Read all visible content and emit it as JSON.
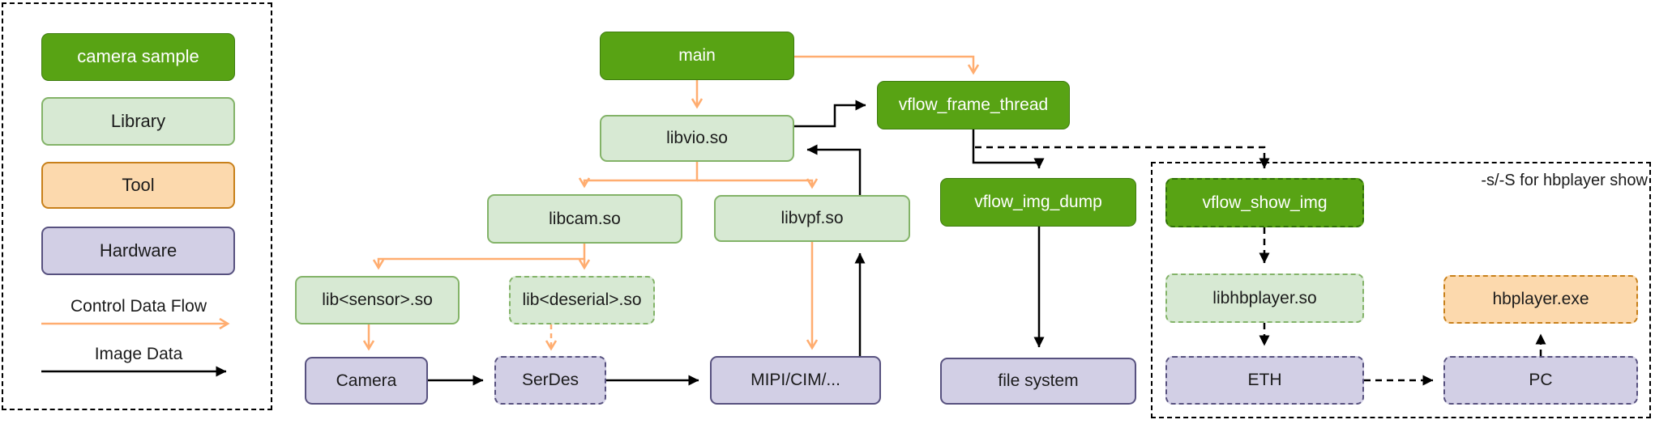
{
  "legend": {
    "items": [
      {
        "id": "camera-sample",
        "label": "camera sample",
        "type": "app"
      },
      {
        "id": "library",
        "label": "Library",
        "type": "library"
      },
      {
        "id": "tool",
        "label": "Tool",
        "type": "tool"
      },
      {
        "id": "hardware",
        "label": "Hardware",
        "type": "hardware"
      }
    ],
    "flows": [
      {
        "id": "control-data-flow",
        "label": "Control Data Flow",
        "color": "#ffad70"
      },
      {
        "id": "image-data",
        "label": "Image Data",
        "color": "#000000"
      }
    ]
  },
  "note": "-s/-S for hbplayer show",
  "nodes": {
    "main": {
      "label": "main",
      "type": "app"
    },
    "libvio": {
      "label": "libvio.so",
      "type": "library"
    },
    "vflow_frame_thread": {
      "label": "vflow_frame_thread",
      "type": "app"
    },
    "libcam": {
      "label": "libcam.so",
      "type": "library"
    },
    "libvpf": {
      "label": "libvpf.so",
      "type": "library"
    },
    "vflow_img_dump": {
      "label": "vflow_img_dump",
      "type": "app"
    },
    "vflow_show_img": {
      "label": "vflow_show_img",
      "type": "app",
      "border": "dashed"
    },
    "lib_sensor": {
      "label": "lib<sensor>.so",
      "type": "library"
    },
    "lib_deserial": {
      "label": "lib<deserial>.so",
      "type": "library",
      "border": "dashed"
    },
    "libhbplayer": {
      "label": "libhbplayer.so",
      "type": "library",
      "border": "dashed"
    },
    "hbplayer_exe": {
      "label": "hbplayer.exe",
      "type": "tool",
      "border": "dashed"
    },
    "camera": {
      "label": "Camera",
      "type": "hardware"
    },
    "serdes": {
      "label": "SerDes",
      "type": "hardware",
      "border": "dashed"
    },
    "mipi": {
      "label": "MIPI/CIM/...",
      "type": "hardware"
    },
    "file_system": {
      "label": "file system",
      "type": "hardware"
    },
    "eth": {
      "label": "ETH",
      "type": "hardware",
      "border": "dashed"
    },
    "pc": {
      "label": "PC",
      "type": "hardware",
      "border": "dashed"
    }
  },
  "edges": [
    {
      "from": "main",
      "to": "libvio.so",
      "flow": "control",
      "style": "solid"
    },
    {
      "from": "main",
      "to": "vflow_frame_thread",
      "flow": "control",
      "style": "solid"
    },
    {
      "from": "libvio.so",
      "to": "libcam.so",
      "flow": "control",
      "style": "solid"
    },
    {
      "from": "libvio.so",
      "to": "libvpf.so",
      "flow": "control",
      "style": "solid"
    },
    {
      "from": "libcam.so",
      "to": "lib<sensor>.so",
      "flow": "control",
      "style": "solid"
    },
    {
      "from": "libcam.so",
      "to": "lib<deserial>.so",
      "flow": "control",
      "style": "solid"
    },
    {
      "from": "lib<sensor>.so",
      "to": "Camera",
      "flow": "control",
      "style": "solid"
    },
    {
      "from": "lib<deserial>.so",
      "to": "SerDes",
      "flow": "control",
      "style": "dashed"
    },
    {
      "from": "libvpf.so",
      "to": "MIPI/CIM/...",
      "flow": "control",
      "style": "solid"
    },
    {
      "from": "libvio.so",
      "to": "vflow_frame_thread",
      "flow": "image",
      "style": "solid"
    },
    {
      "from": "libvpf.so",
      "to": "libvio.so",
      "flow": "image",
      "style": "solid"
    },
    {
      "from": "MIPI/CIM/...",
      "to": "libvpf.so",
      "flow": "image",
      "style": "solid"
    },
    {
      "from": "Camera",
      "to": "SerDes",
      "flow": "image",
      "style": "solid"
    },
    {
      "from": "SerDes",
      "to": "MIPI/CIM/...",
      "flow": "image",
      "style": "solid"
    },
    {
      "from": "vflow_frame_thread",
      "to": "vflow_img_dump",
      "flow": "image",
      "style": "solid"
    },
    {
      "from": "vflow_img_dump",
      "to": "file system",
      "flow": "image",
      "style": "solid"
    },
    {
      "from": "vflow_frame_thread",
      "to": "vflow_show_img",
      "flow": "image",
      "style": "dashed"
    },
    {
      "from": "vflow_show_img",
      "to": "libhbplayer.so",
      "flow": "image",
      "style": "dashed"
    },
    {
      "from": "libhbplayer.so",
      "to": "ETH",
      "flow": "image",
      "style": "dashed"
    },
    {
      "from": "ETH",
      "to": "PC",
      "flow": "image",
      "style": "dashed"
    },
    {
      "from": "PC",
      "to": "hbplayer.exe",
      "flow": "image",
      "style": "dashed"
    }
  ],
  "colors": {
    "app_fill": "#58a314",
    "app_border": "#3e7c0f",
    "library_fill": "#d7e9d3",
    "library_border": "#83b368",
    "tool_fill": "#fcd9ad",
    "tool_border": "#c8801a",
    "hardware_fill": "#d2cfe5",
    "hardware_border": "#57517f",
    "control_flow": "#ffad70",
    "image_flow": "#000000"
  }
}
